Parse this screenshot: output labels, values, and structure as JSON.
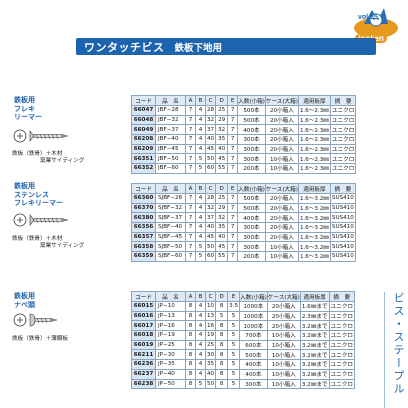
{
  "header": {
    "vol": "vol.35",
    "brand": "jooken",
    "title": "ワンタッチビス",
    "subtitle": "鉄板下地用"
  },
  "side_tab": "ビス・ステープル",
  "columns": [
    "コード",
    "品　名",
    "A",
    "B",
    "C",
    "D",
    "E",
    "入数(小箱)",
    "ケース(大箱)",
    "適用板厚",
    "摘　要"
  ],
  "sections": [
    {
      "label": [
        "鉄板用",
        "フレキ",
        "リーマー"
      ],
      "note": [
        "鉄板（鉄骨）＋木材",
        "　　　　　窯業サイディング"
      ],
      "rows": [
        [
          "66047",
          "JBF−28",
          "7",
          "4",
          "28",
          "25",
          "7",
          "500本",
          "20小箱入",
          "1.6〜2.3㎜",
          "ユニクロ"
        ],
        [
          "66048",
          "JBF−32",
          "7",
          "4",
          "32",
          "29",
          "7",
          "500本",
          "20小箱入",
          "1.6〜2.3㎜",
          "ユニクロ"
        ],
        [
          "66049",
          "JBF−37",
          "7",
          "4",
          "37",
          "32",
          "7",
          "400本",
          "20小箱入",
          "1.6〜2.3㎜",
          "ユニクロ"
        ],
        [
          "66208",
          "JBF−40",
          "7",
          "4",
          "40",
          "35",
          "7",
          "300本",
          "20小箱入",
          "1.6〜2.3㎜",
          "ユニクロ"
        ],
        [
          "66209",
          "JBF−45",
          "7",
          "4",
          "45",
          "40",
          "7",
          "300本",
          "20小箱入",
          "1.6〜2.3㎜",
          "ユニクロ"
        ],
        [
          "66351",
          "JBF−50",
          "7",
          "5",
          "50",
          "45",
          "7",
          "300本",
          "10小箱入",
          "1.6〜2.3㎜",
          "ユニクロ"
        ],
        [
          "66352",
          "JBF−60",
          "7",
          "5",
          "60",
          "55",
          "7",
          "200本",
          "10小箱入",
          "1.6〜2.3㎜",
          "ユニクロ"
        ]
      ]
    },
    {
      "label": [
        "鉄板用",
        "ステンレス",
        "フレキリーマー"
      ],
      "note": [
        "鉄板（鉄骨）＋木材",
        "　　　　　窯業サイディング"
      ],
      "rows": [
        [
          "66360",
          "SJBF−28",
          "7",
          "4",
          "28",
          "25",
          "7",
          "500本",
          "20小箱入",
          "1.6〜3.2㎜",
          "SUS410"
        ],
        [
          "66370",
          "SJBF−32",
          "7",
          "4",
          "32",
          "29",
          "7",
          "500本",
          "20小箱入",
          "1.6〜3.2㎜",
          "SUS410"
        ],
        [
          "66380",
          "SJBF−37",
          "7",
          "4",
          "37",
          "32",
          "7",
          "400本",
          "20小箱入",
          "1.6〜3.2㎜",
          "SUS410"
        ],
        [
          "66356",
          "SJBF−40",
          "7",
          "4",
          "40",
          "35",
          "7",
          "300本",
          "20小箱入",
          "1.6〜3.2㎜",
          "SUS410"
        ],
        [
          "66357",
          "SJBF−45",
          "7",
          "4",
          "45",
          "40",
          "7",
          "300本",
          "20小箱入",
          "1.6〜3.2㎜",
          "SUS410"
        ],
        [
          "66358",
          "SJBF−50",
          "7",
          "5",
          "50",
          "45",
          "7",
          "300本",
          "10小箱入",
          "1.6〜3.2㎜",
          "SUS410"
        ],
        [
          "66359",
          "SJBF−60",
          "7",
          "5",
          "60",
          "55",
          "7",
          "200本",
          "10小箱入",
          "1.6〜3.2㎜",
          "SUS410"
        ]
      ]
    },
    {
      "label": [
        "鉄板用",
        "ナベ頭"
      ],
      "note": [
        "鉄板（鉄骨）＋薄鋼板"
      ],
      "rows": [
        [
          "66015",
          "JP−10",
          "8",
          "4",
          "10",
          "8",
          "3.5",
          "1000本",
          "20小箱入",
          "1.6㎜まで",
          "ユニクロ"
        ],
        [
          "66016",
          "JP−13",
          "8",
          "4",
          "13",
          "5",
          "5",
          "1000本",
          "20小箱入",
          "2.3㎜まで",
          "ユニクロ"
        ],
        [
          "66017",
          "JP−16",
          "8",
          "4",
          "16",
          "8",
          "5",
          "1000本",
          "20小箱入",
          "3.2㎜まで",
          "ユニクロ"
        ],
        [
          "66018",
          "JP−19",
          "8",
          "4",
          "19",
          "8",
          "5",
          "700本",
          "10小箱入",
          "3.2㎜まで",
          "ユニクロ"
        ],
        [
          "66019",
          "JP−25",
          "8",
          "4",
          "25",
          "8",
          "5",
          "600本",
          "10小箱入",
          "3.2㎜まで",
          "ユニクロ"
        ],
        [
          "66211",
          "JP−30",
          "8",
          "4",
          "30",
          "8",
          "5",
          "500本",
          "10小箱入",
          "3.2㎜まで",
          "ユニクロ"
        ],
        [
          "66236",
          "JP−35",
          "8",
          "4",
          "35",
          "8",
          "5",
          "400本",
          "10小箱入",
          "3.2㎜まで",
          "ユニクロ"
        ],
        [
          "66237",
          "JP−40",
          "8",
          "4",
          "40",
          "8",
          "5",
          "400本",
          "10小箱入",
          "3.2㎜まで",
          "ユニクロ"
        ],
        [
          "66238",
          "JP−50",
          "8",
          "5",
          "50",
          "8",
          "5",
          "300本",
          "10小箱入",
          "3.2㎜まで",
          "ユニクロ"
        ]
      ]
    }
  ],
  "colors": {
    "accent": "#1e63ad",
    "code_cell": "#d7e6f4",
    "header_cell": "#dde9f5",
    "logo": "#e59a1c"
  }
}
